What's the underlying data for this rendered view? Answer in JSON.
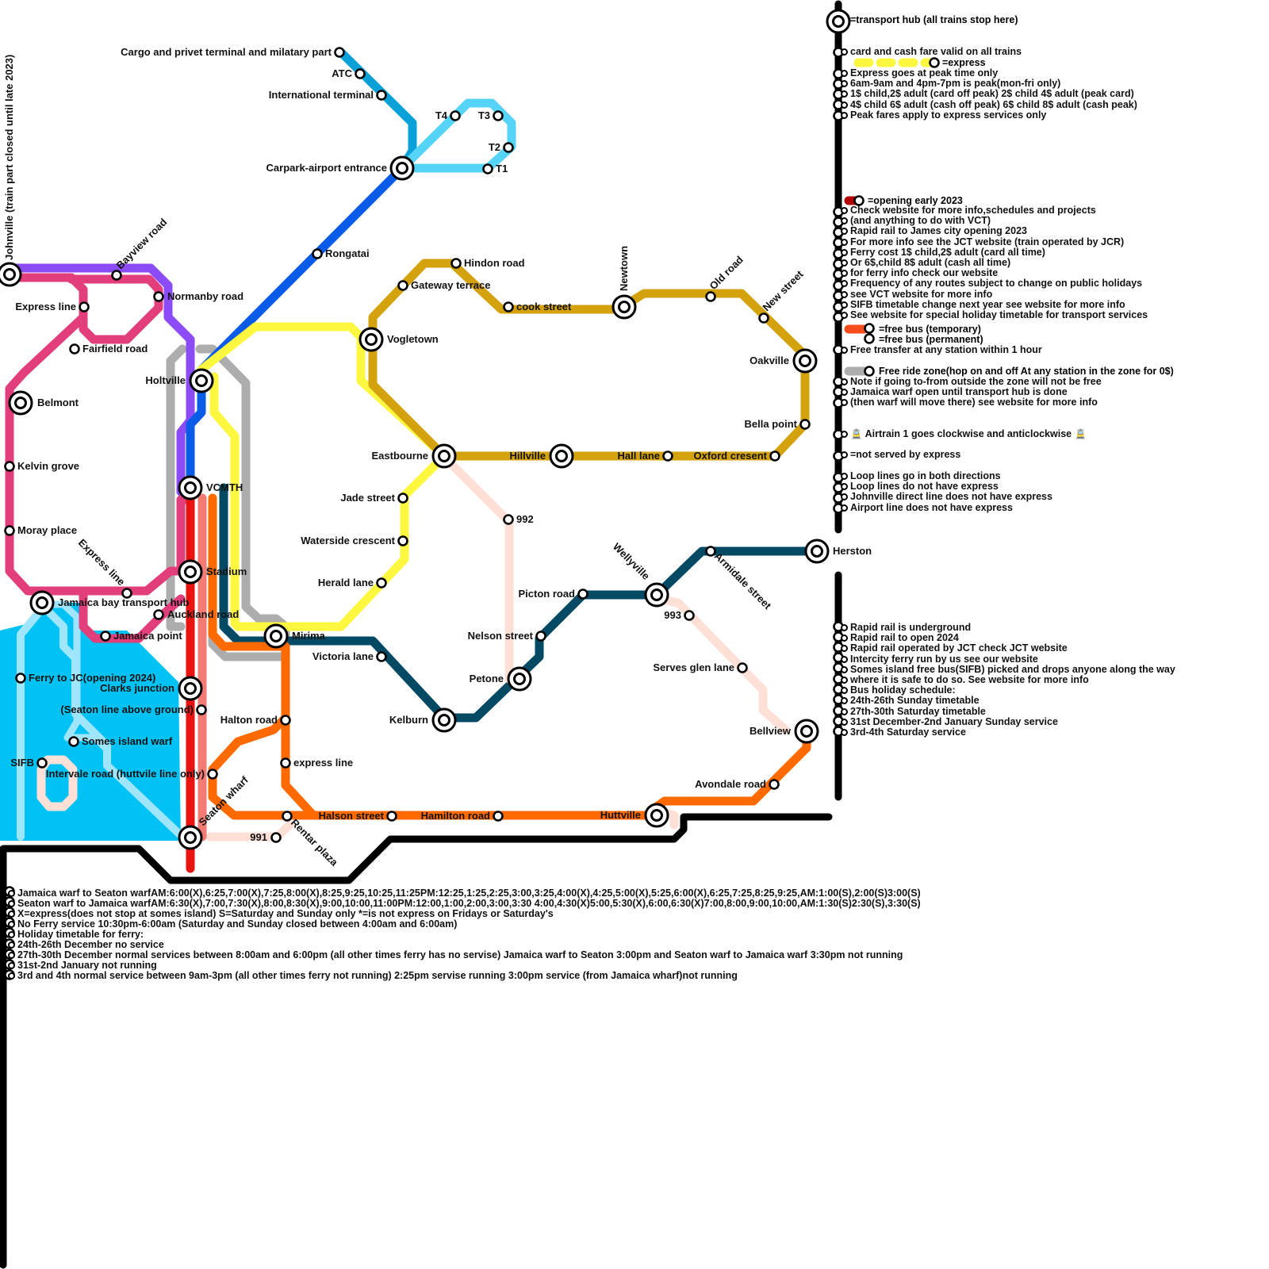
{
  "colors": {
    "purple": "#8b4cf7",
    "pink": "#e23e7c",
    "blue": "#0a5ce8",
    "sky": "#0aa0d8",
    "light_sky": "#55d4f7",
    "red": "#e8130f",
    "salmon": "#f47a74",
    "orange": "#ff6a00",
    "yellow": "#fdf73f",
    "gold": "#d4a20d",
    "teal": "#024a63",
    "grey": "#adadad",
    "peach": "#ffe0d6",
    "sea": "#00c2f5",
    "sea_line": "#9fe5fb",
    "black": "#000000",
    "dark_red": "#b30000",
    "free_bus": "#f44d1b"
  },
  "stations": {
    "johnville": "Johnville (train part closed until late 2023)",
    "bayview_road": "Bayview road",
    "normanby_road": "Normanby road",
    "express_line_1": "Express line",
    "fairfield_road": "Fairfield road",
    "belmont": "Belmont",
    "kelvin_grove": "Kelvin grove",
    "moray_place": "Moray place",
    "express_line_2": "Express line",
    "jamaica_bay": "Jamaica bay transport hub",
    "auckland_road": "Auckland road",
    "jamaica_point": "Jamaica point",
    "ferry_jc": "Ferry to JC(opening 2024)",
    "clarks_junction": "Clarks junction",
    "seaton_above": "(Seaton line above ground)",
    "somes_island": "Somes island warf",
    "sifb": "SIFB",
    "intervale_road": "Intervale road (huttvile line only)",
    "seaton_wharf": "Seaton wharf",
    "s991": "991",
    "rentar_plaza": "Rentar plaza",
    "cargo": "Cargo and privet terminal and milatary part",
    "atc": "ATC",
    "international": "International terminal",
    "carpark": "Carpark-airport entrance",
    "t4": "T4",
    "t3": "T3",
    "t2": "T2",
    "t1": "T1",
    "rongatai": "Rongatai",
    "holtville": "Holtville",
    "vcmth": "VCMTH",
    "stadium": "Stadium",
    "mirima": "Mirima",
    "halton_road": "Halton road",
    "express_line_3": "express line",
    "halson_street": "Halson street",
    "hamilton_road": "Hamilton road",
    "huttville": "Huttville",
    "avondale_road": "Avondale road",
    "bellview": "Bellview",
    "hindon_road": "Hindon road",
    "gateway_terrace": "Gateway terrace",
    "vogletown": "Vogletown",
    "cook_street": "cook street",
    "newtown": "Newtown",
    "old_road": "Old road",
    "new_street": "New street",
    "oakville": "Oakville",
    "bella_point": "Bella point",
    "eastbourne": "Eastbourne",
    "hillville": "Hillville",
    "hall_lane": "Hall lane",
    "oxford_cresent": "Oxford cresent",
    "jade_street": "Jade street",
    "waterside": "Waterside crescent",
    "herald_lane": "Herald lane",
    "victoria_lane": "Victoria lane",
    "kelburn": "Kelburn",
    "petone": "Petone",
    "s992": "992",
    "nelson_street": "Nelson street",
    "picton_road": "Picton road",
    "wellyville": "Wellyville",
    "armidale": "Armidale street",
    "herston": "Herston",
    "s993": "993",
    "serves_glen": "Serves glen lane"
  },
  "legend": {
    "hub": "=transport hub (all trains stop here)",
    "notes_1": [
      "card and cash fare valid on all trains"
    ],
    "express": "=express",
    "notes_2": [
      "Express goes at peak time only",
      "6am-9am and 4pm-7pm is peak(mon-fri only)",
      "1$ child,2$ adult (card off peak) 2$ child 4$ adult (peak card)",
      "4$ child 6$ adult (cash off peak) 6$ child 8$ adult (cash peak)",
      "Peak fares apply to express services only"
    ],
    "opening": "=opening early 2023",
    "notes_3": [
      "Check website for more info,schedules and projects",
      "(and anything to do with VCT)",
      "Rapid rail to James city opening 2023",
      "For more info see the JCT website (train operated by JCR)",
      "Ferry cost 1$ child,2$ adult (card all time)",
      "Or 6$,child 8$ adult (cash all time)",
      "for ferry info check our website",
      "Frequency of any routes subject to change on public holidays",
      "see VCT website for more info",
      "SIFB timetable change next year see website for more info",
      "See website for special holiday timetable for transport services"
    ],
    "free_bus_temp": "=free bus (temporary)",
    "free_bus_perm": "=free bus (permanent)",
    "free_transfer": "Free transfer at any station within 1 hour",
    "free_ride": "Free ride zone(hop on and off At any station in the zone for 0$)",
    "notes_4": [
      "Note if going to-from outside the zone will not be free",
      "Jamaica warf open until transport hub is done",
      "(then warf will move there) see website for more info"
    ],
    "airtrain": "Airtrain 1 goes clockwise and anticlockwise",
    "tram_icon": "tram-icon",
    "not_express": "=not served by express",
    "notes_5": [
      "Loop lines go in both directions",
      "Loop lines do not have express",
      "Johnville direct line does not have express",
      "Airport line does not have express"
    ],
    "notes_6": [
      "Rapid rail is underground",
      "Rapid rail to open 2024",
      "Rapid rail operated by JCT check JCT website",
      "Intercity ferry run by us see our website",
      "Somes island free bus(SIFB) picked and drops anyone along the way",
      "where it is safe to do so.              See website for more info",
      "Bus holiday schedule:",
      "24th-26th Sunday timetable",
      "27th-30th Saturday timetable",
      "31st December-2nd January Sunday service",
      "3rd-4th Saturday service"
    ]
  },
  "ferry_notes": [
    "Jamaica warf to Seaton warfAM:6:00(X),6:25,7:00(X),7:25,8:00(X),8:25,9:25,10:25,11:25PM:12:25,1:25,2:25,3:00,3:25,4:00(X),4:25,5:00(X),5:25,6:00(X),6:25,7:25,8:25,9:25,AM:1:00(S),2:00(S)3:00(S)",
    "Seaton warf to Jamaica warfAM:6:30(X),7:00,7:30(X),8:00,8:30(X),9:00,10:00,11:00PM:12:00,1:00,2:00,3:00,3:30 4:00,4:30(X)5:00,5:30(X),6:00,6:30(X)7:00,8:00,9:00,10:00,AM:1:30(S)2:30(S),3:30(S)",
    "X=express(does not stop at somes island) S=Saturday and Sunday only *=is not express on Fridays or Saturday's",
    "No Ferry service 10:30pm-6:00am (Saturday and Sunday closed between 4:00am and 6:00am)",
    "Holiday timetable for ferry:",
    "24th-26th December no service",
    "27th-30th December normal services between 8:00am and 6:00pm (all other times ferry has no servise) Jamaica warf to Seaton 3:00pm and Seaton warf to Jamaica warf 3:30pm not running",
    "31st-2nd January not running",
    "3rd and 4th normal service between 9am-3pm (all other times ferry not running) 2:25pm servise running 3:00pm service (from Jamaica wharf)not running"
  ]
}
